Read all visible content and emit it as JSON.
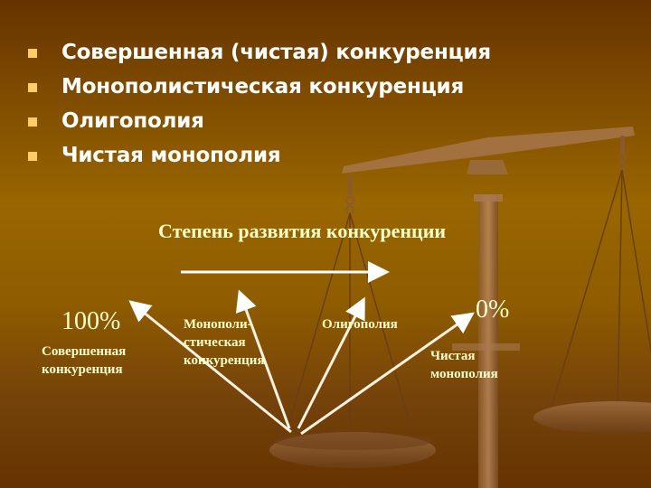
{
  "slide": {
    "bullets": [
      {
        "text": "Совершенная (чистая) конкуренция"
      },
      {
        "text": "Монополистическая конкуренция"
      },
      {
        "text": "Олигополия"
      },
      {
        "text": "Чистая монополия"
      }
    ],
    "colors": {
      "background_top": "#663300",
      "background_middle": "#996600",
      "background_bottom": "#663300",
      "bullet": "#ffcc66",
      "text": "#ffffff",
      "diagram_text": "#ffffcc",
      "arrow": "#ffffff"
    }
  },
  "diagram": {
    "title": "Степень развития конкуренции",
    "direction_arrow": "left-to-right",
    "left_percent": "100%",
    "right_percent": "0%",
    "labels": {
      "perfect": [
        "Совершенная",
        "конкуренция"
      ],
      "monopolistic": [
        "Монополи-",
        "стическая",
        "конкуренция"
      ],
      "oligopoly": [
        "Олигополия"
      ],
      "pure_monopoly": [
        "Чистая",
        "монополия"
      ]
    }
  }
}
